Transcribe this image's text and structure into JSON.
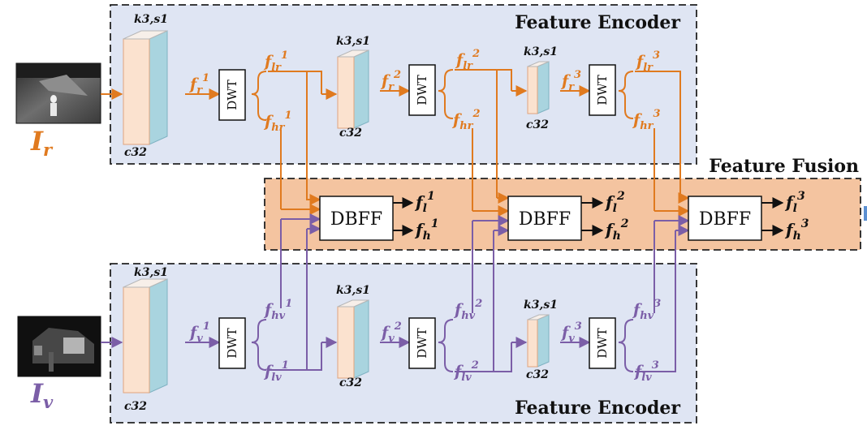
{
  "titles": {
    "encoder_top": "Feature Encoder",
    "encoder_bottom": "Feature Encoder",
    "fusion": "Feature Fusion"
  },
  "conv_labels": {
    "k": "k3,s1",
    "c": "c32"
  },
  "dwt_label": "DWT",
  "dbff_label": "DBFF",
  "inputs": {
    "ir_base": "I",
    "ir_sub": "r",
    "vis_base": "I",
    "vis_sub": "v"
  },
  "feat": {
    "f": "f",
    "r": "r",
    "v": "v",
    "lr": "lr",
    "hr": "hr",
    "lv": "lv",
    "hv": "hv",
    "l": "l",
    "h": "h",
    "s1": "1",
    "s2": "2",
    "s3": "3"
  },
  "colors": {
    "orange": "#e07a1f",
    "purple": "#7b5ea7",
    "encoder_bg": "#dfe5f3",
    "fusion_bg": "#f4c4a0",
    "conv_front": "#fbe2cf",
    "conv_back": "#a9d4df"
  }
}
